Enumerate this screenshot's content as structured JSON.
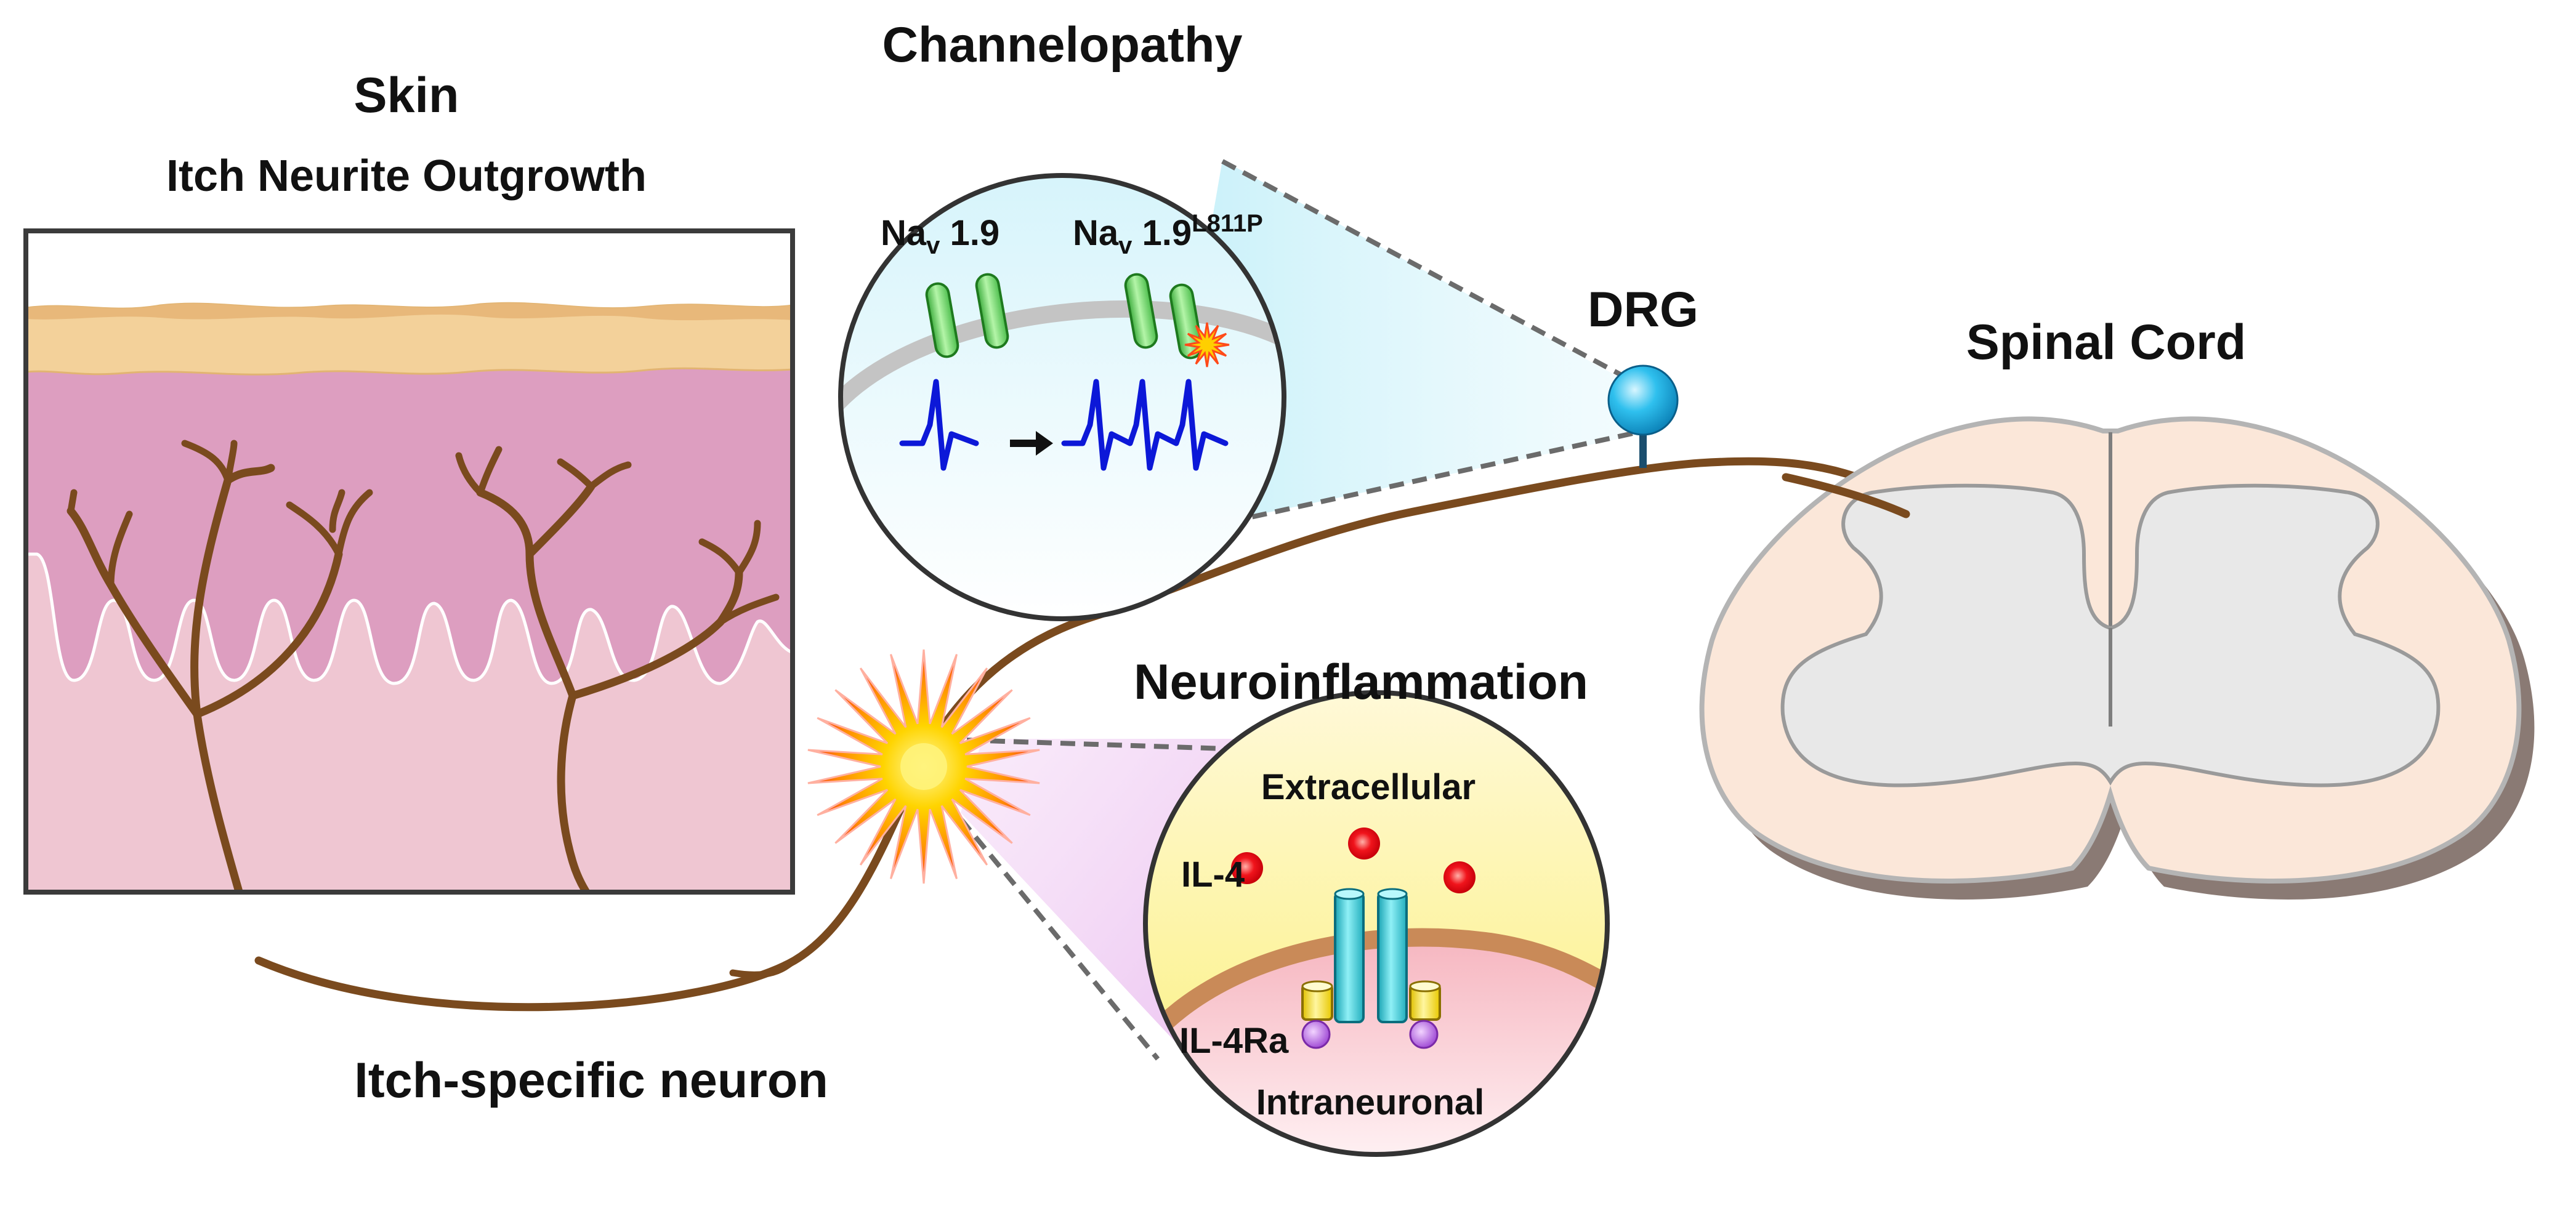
{
  "labels": {
    "skin": "Skin",
    "skin_subtitle": "Itch Neurite Outgrowth",
    "channelopathy": "Channelopathy",
    "drg": "DRG",
    "spinal_cord": "Spinal Cord",
    "neuroinflammation": "Neuroinflammation",
    "itch_neuron": "Itch-specific neuron",
    "extracellular": "Extracellular",
    "intraneuronal": "Intraneuronal",
    "il4": "IL-4",
    "il4ra": "IL-4Ra"
  },
  "channel_wt": {
    "base": "Na",
    "subscript": "v",
    "version": " 1.9"
  },
  "channel_mut": {
    "base": "Na",
    "subscript": "v",
    "version": " 1.9",
    "superscript": "L811P"
  },
  "colors": {
    "nerve": "#7a4a1e",
    "drg_ball": "#1fb4e8",
    "action_potential": "#0c18d8",
    "il4": "#e8141c",
    "channel": "#6fd66f"
  }
}
